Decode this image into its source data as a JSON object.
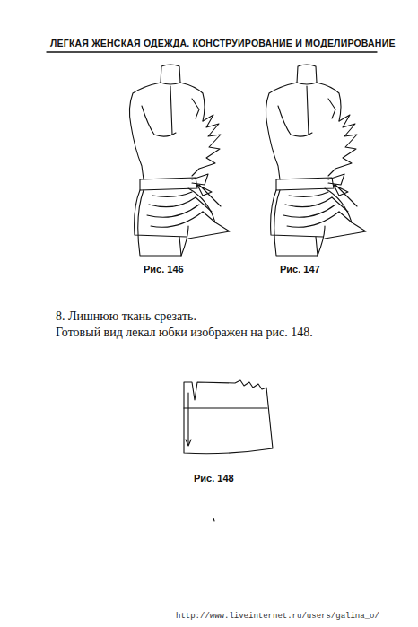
{
  "diagram": {
    "labels": [
      "ЛЕГКАЯ ЖЕНСКАЯ ОДЕЖДА. КОНСТРУИРОВАНИЕ И МОДЕЛИРОВАНИЕ",
      "Рис. 146",
      "Рис. 147",
      "8. Лишнюю ткань срезать.",
      "Готовый вид лекал юбки изображен на рис. 148.",
      "Рис. 148",
      "http://www.liveinternet.ru/users/galina_o/"
    ]
  }
}
